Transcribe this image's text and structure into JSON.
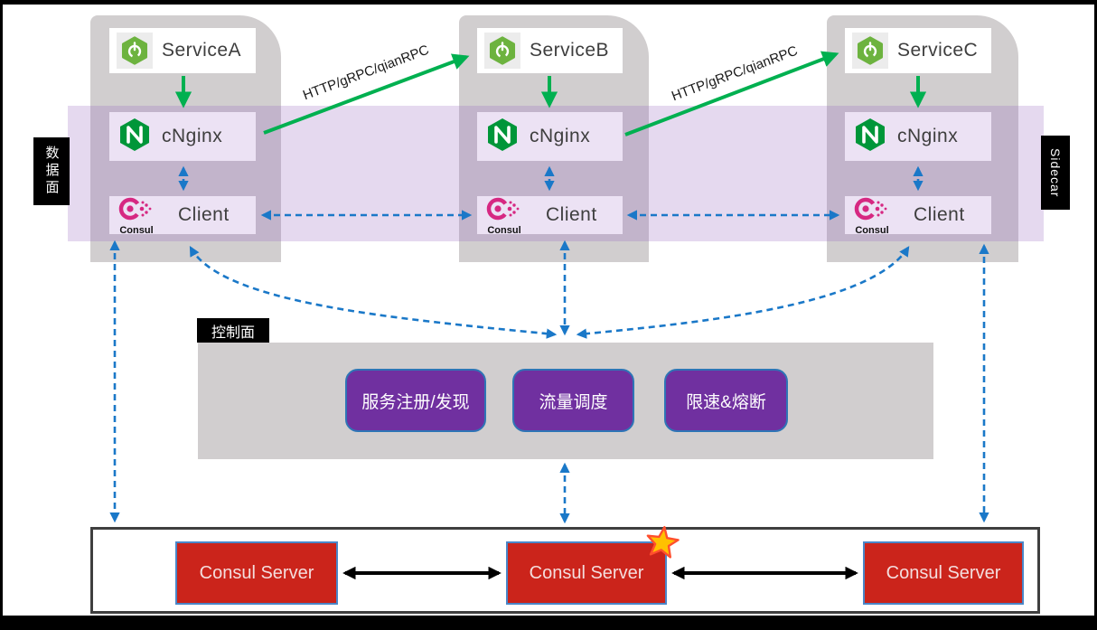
{
  "labels": {
    "data_plane": "数据面",
    "sidecar": "Sidecar",
    "control_plane": "控制面"
  },
  "links": [
    {
      "label": "HTTP/gRPC/qianRPC"
    },
    {
      "label": "HTTP/gRPC/qianRPC"
    }
  ],
  "columns": [
    {
      "service": "ServiceA",
      "proxy": "cNginx",
      "client": "Client",
      "consul_wordmark": "Consul"
    },
    {
      "service": "ServiceB",
      "proxy": "cNginx",
      "client": "Client",
      "consul_wordmark": "Consul"
    },
    {
      "service": "ServiceC",
      "proxy": "cNginx",
      "client": "Client",
      "consul_wordmark": "Consul"
    }
  ],
  "control_plane": {
    "buttons": [
      {
        "label": "服务注册/发现"
      },
      {
        "label": "流量调度"
      },
      {
        "label": "限速&熔断"
      }
    ]
  },
  "consul_cluster": {
    "servers": [
      {
        "label": "Consul Server"
      },
      {
        "label": "Consul Server"
      },
      {
        "label": "Consul Server"
      }
    ]
  },
  "colors": {
    "column_gray": "#d1cecf",
    "band_purple": "rgba(150,105,190,0.25)",
    "node_lavender": "#ece2f4",
    "arrow_green": "#00b050",
    "arrow_blue": "#1a78c8",
    "button_purple": "#7030a0",
    "button_border": "#2e75b6",
    "server_red": "#cb241b",
    "spring_green": "#6db33f",
    "nginx_green": "#009639",
    "consul_pink": "#d62882",
    "star_fill": "#ffc000",
    "star_stroke": "#ff4f2e"
  },
  "icons": [
    "spring-boot-icon",
    "nginx-icon",
    "consul-icon",
    "star-icon"
  ]
}
